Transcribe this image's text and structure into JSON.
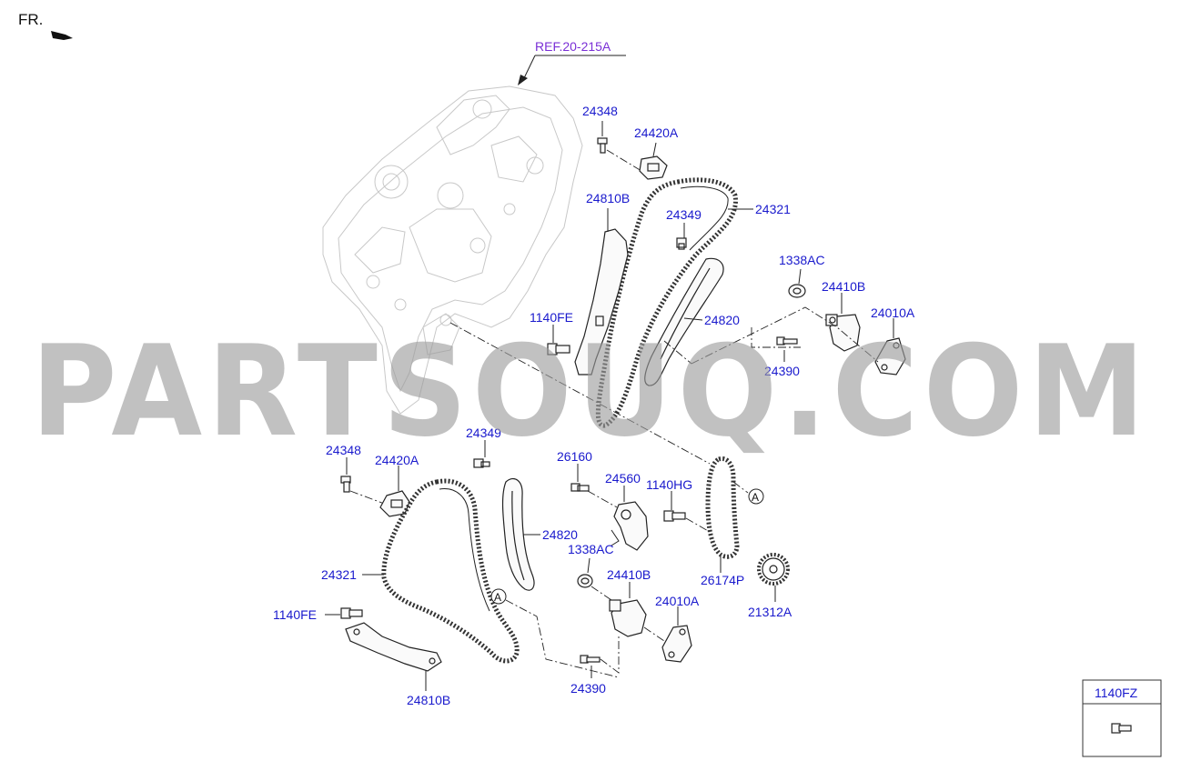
{
  "orientation": {
    "label": "FR."
  },
  "reference": {
    "label": "REF.20-215A"
  },
  "watermark": {
    "text": "PARTSOUQ.COM"
  },
  "upper_assembly": {
    "bolt_top": "24348",
    "chain_guide_top": "24420A",
    "chain_guide_left": "24810B",
    "bolt_center": "24349",
    "timing_chain": "24321",
    "tensioner_adjuster_seal": "1338AC",
    "tensioner": "24410B",
    "tensioner_gasket": "24010A",
    "tensioner_arm": "24820",
    "flange_bolt": "1140FE",
    "tensioner_bolt": "24390"
  },
  "lower_assembly": {
    "bolt_top": "24348",
    "chain_guide": "24420A",
    "bolt_center": "24349",
    "timing_chain": "24321",
    "tensioner_arm": "24820",
    "flange_bolt": "1140FE",
    "chain_guide_lower": "24810B",
    "pivot_bolt": "26160",
    "oil_pump_tensioner": "24560",
    "hex_bolt": "1140HG",
    "seal": "1338AC",
    "tensioner": "24410B",
    "tensioner_gasket": "24010A",
    "tensioner_bolt": "24390",
    "oil_pump_chain": "26174P",
    "oil_pump_sprocket": "21312A",
    "callout_a_upper": "A",
    "callout_a_lower": "A"
  },
  "legend_box": {
    "label": "1140FZ"
  }
}
